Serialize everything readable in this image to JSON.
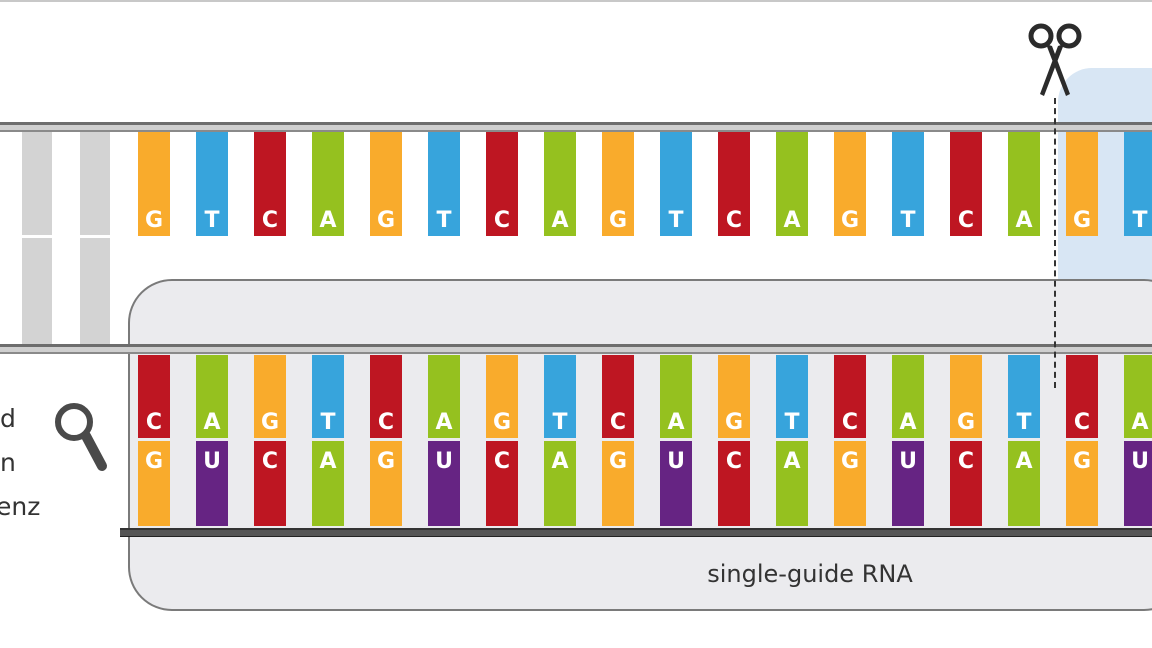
{
  "diagram": {
    "title": "",
    "dna_top_strand": {
      "label": "",
      "bases": [
        "G",
        "T",
        "C",
        "A",
        "G",
        "T",
        "C",
        "A",
        "G",
        "T",
        "C",
        "A",
        "G",
        "T",
        "C",
        "A",
        "G",
        "T"
      ]
    },
    "dna_bottom_strand": {
      "bases": [
        "C",
        "A",
        "G",
        "T",
        "C",
        "A",
        "G",
        "T",
        "C",
        "A",
        "G",
        "T",
        "C",
        "A",
        "G",
        "T",
        "C",
        "A"
      ]
    },
    "guide_rna": {
      "label": "single-guide RNA",
      "bases": [
        "G",
        "U",
        "C",
        "A",
        "G",
        "U",
        "C",
        "A",
        "G",
        "U",
        "C",
        "A",
        "G",
        "U",
        "C",
        "A",
        "G",
        "U"
      ]
    },
    "side_label_lines": [
      "d",
      "n",
      "enz"
    ],
    "icons": {
      "scissors": "scissors-icon",
      "magnifier": "magnifier-icon"
    },
    "colors": {
      "G": "#f9ab2c",
      "T": "#37a4dc",
      "C": "#be1622",
      "A": "#95c11f",
      "U": "#662483",
      "rail": "#cfcfcf",
      "sg_box": "#ebebee",
      "cut_region": "#d8e6f4"
    }
  }
}
